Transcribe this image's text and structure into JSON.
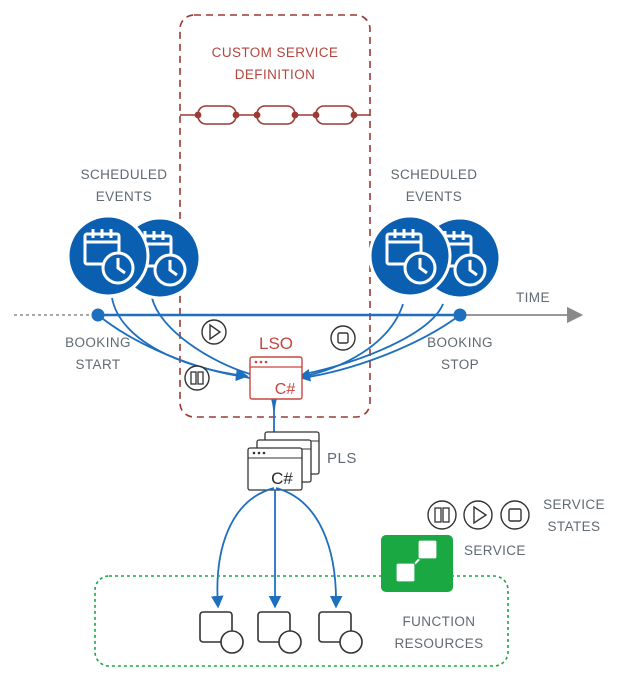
{
  "custom_service_definition": {
    "line1": "CUSTOM SERVICE",
    "line2": "DEFINITION"
  },
  "scheduled_events_left": {
    "line1": "SCHEDULED",
    "line2": "EVENTS"
  },
  "scheduled_events_right": {
    "line1": "SCHEDULED",
    "line2": "EVENTS"
  },
  "time_label": "TIME",
  "booking_start": {
    "line1": "BOOKING",
    "line2": "START"
  },
  "booking_stop": {
    "line1": "BOOKING",
    "line2": "STOP"
  },
  "lso_label": "LSO",
  "lso_code": "C#",
  "pls_label": "PLS",
  "pls_code": "C#",
  "service_states": {
    "line1": "SERVICE",
    "line2": "STATES"
  },
  "service_label": "SERVICE",
  "function_resources": {
    "line1": "FUNCTION",
    "line2": "RESOURCES"
  },
  "colors": {
    "accent_blue": "#0b5fb0",
    "arrow_blue": "#1f6fbf",
    "definition_red": "#9c3a34",
    "lso_red": "#c9463f",
    "service_green": "#1aa843",
    "timeline_gray": "#8a8a8a",
    "text_gray": "#5f6a72"
  },
  "icons": {
    "scheduled_event": "calendar-clock-icon",
    "play": "play-icon",
    "pause": "pause-icon",
    "stop": "stop-icon",
    "code_window": "code-window-icon",
    "service": "service-nodes-icon",
    "function_resource": "function-resource-icon"
  }
}
